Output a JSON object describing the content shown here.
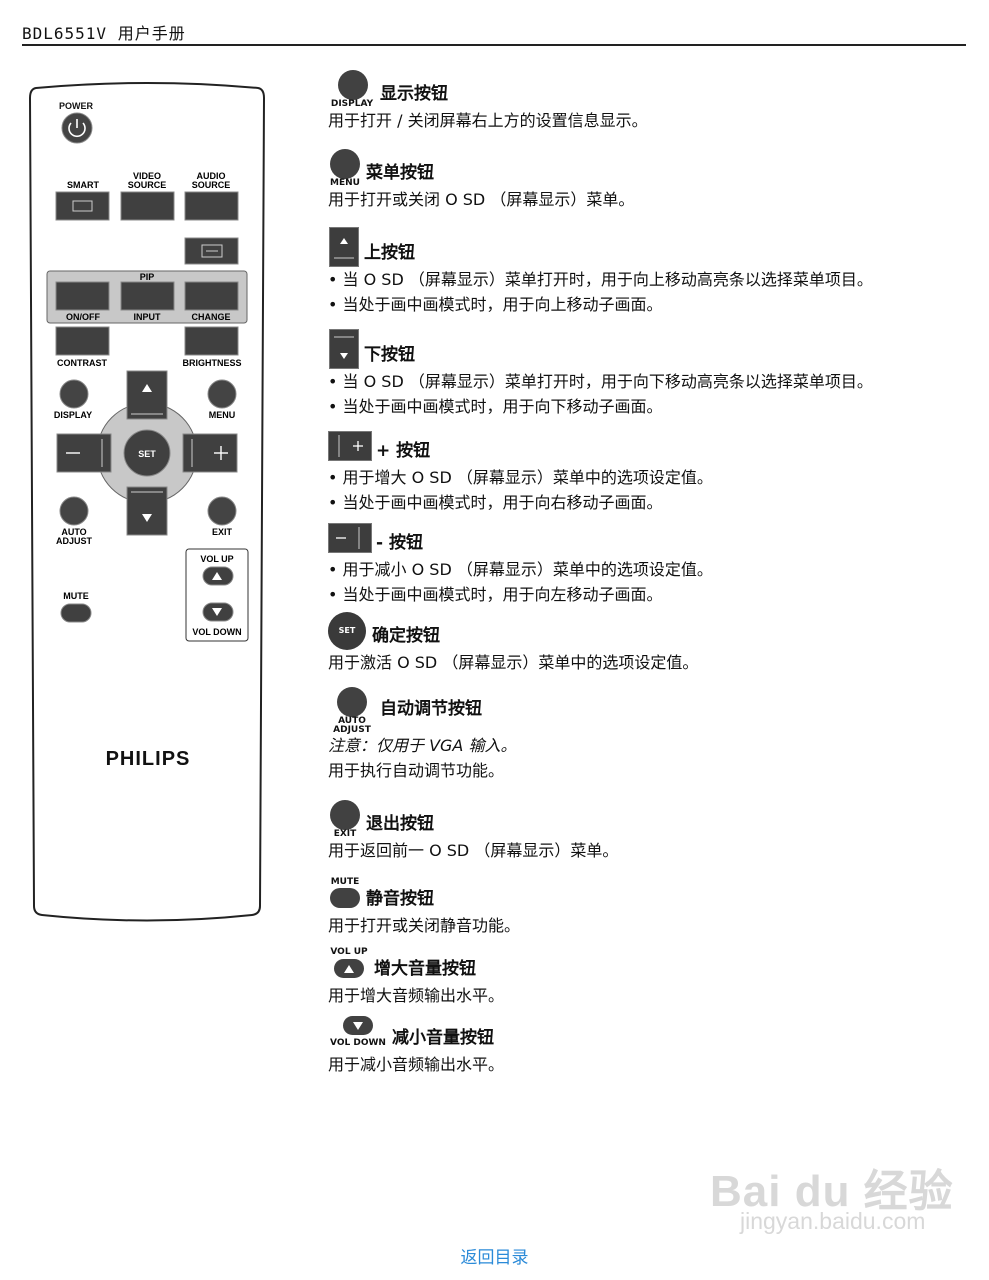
{
  "header": {
    "title": "BDL6551V 用户手册"
  },
  "remote": {
    "brand": "PHILIPS",
    "power": "POWER",
    "smart": "SMART",
    "video1": "VIDEO",
    "video2": "SOURCE",
    "audio1": "AUDIO",
    "audio2": "SOURCE",
    "pip": "PIP",
    "onoff": "ON/OFF",
    "input": "INPUT",
    "change": "CHANGE",
    "contrast": "CONTRAST",
    "brightness": "BRIGHTNESS",
    "display": "DISPLAY",
    "menu": "MENU",
    "set": "SET",
    "auto1": "AUTO",
    "auto2": "ADJUST",
    "exit": "EXIT",
    "volup": "VOL UP",
    "voldown": "VOL DOWN",
    "mute": "MUTE",
    "minus": "−",
    "plus": "+"
  },
  "entries": {
    "display": {
      "cap": "DISPLAY",
      "title": "显示按钮",
      "desc": "用于打开 / 关闭屏幕右上方的设置信息显示。"
    },
    "menu": {
      "cap": "MENU",
      "title": "菜单按钮",
      "desc": "用于打开或关闭 O SD （屏幕显示）菜单。"
    },
    "up": {
      "title": "上按钮",
      "b1": "• 当 O SD （屏幕显示）菜单打开时，用于向上移动高亮条以选择菜单项目。",
      "b2": "• 当处于画中画模式时，用于向上移动子画面。"
    },
    "down": {
      "title": "下按钮",
      "b1": "• 当 O SD （屏幕显示）菜单打开时，用于向下移动高亮条以选择菜单项目。",
      "b2": "• 当处于画中画模式时，用于向下移动子画面。"
    },
    "plus": {
      "glyph": "+",
      "title": "+ 按钮",
      "b1": "• 用于增大 O SD （屏幕显示）菜单中的选项设定值。",
      "b2": "• 当处于画中画模式时，用于向右移动子画面。"
    },
    "minus": {
      "glyph": "−",
      "title": "- 按钮",
      "b1": "• 用于减小 O SD （屏幕显示）菜单中的选项设定值。",
      "b2": "• 当处于画中画模式时，用于向左移动子画面。"
    },
    "set": {
      "cap": "SET",
      "title": "确定按钮",
      "desc": "用于激活 O SD （屏幕显示）菜单中的选项设定值。"
    },
    "auto": {
      "cap1": "AUTO",
      "cap2": "ADJUST",
      "title": "自动调节按钮",
      "note": "注意：仅用于 VGA 输入。",
      "desc": "用于执行自动调节功能。"
    },
    "exit": {
      "cap": "EXIT",
      "title": "退出按钮",
      "desc": "用于返回前一 O SD （屏幕显示）菜单。"
    },
    "mute": {
      "cap": "MUTE",
      "title": "静音按钮",
      "desc": "用于打开或关闭静音功能。"
    },
    "volup": {
      "cap": "VOL UP",
      "title": "增大音量按钮",
      "desc": "用于增大音频输出水平。"
    },
    "voldown": {
      "cap": "VOL DOWN",
      "title": "减小音量按钮",
      "desc": "用于减小音频输出水平。"
    }
  },
  "footer": {
    "link": "返回目录"
  },
  "watermark": {
    "name": "Bai du 经验",
    "url": "jingyan.baidu.com"
  }
}
